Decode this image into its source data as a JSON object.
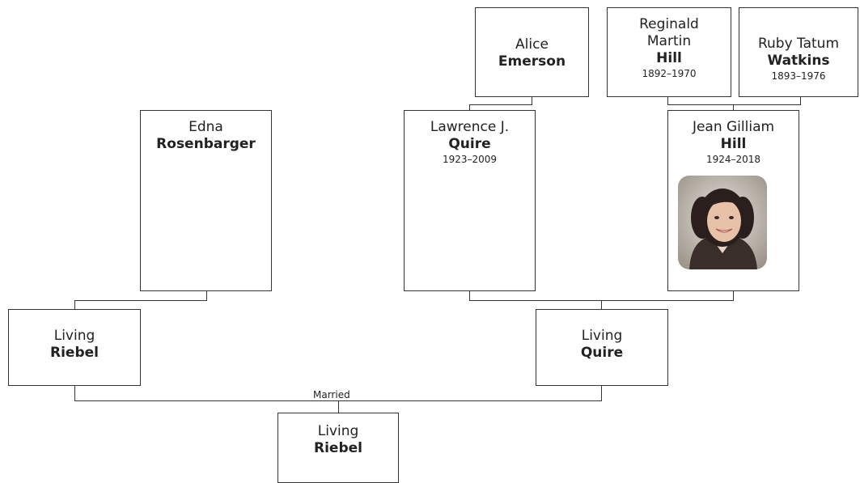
{
  "people": {
    "alice_emerson": {
      "given": "Alice",
      "surname": "Emerson"
    },
    "reginald_hill": {
      "given_line1": "Reginald",
      "given_line2": "Martin",
      "surname": "Hill",
      "dates": "1892–1970"
    },
    "ruby_watkins": {
      "given": "Ruby Tatum",
      "surname": "Watkins",
      "dates": "1893–1976"
    },
    "edna_rosenbarger": {
      "given": "Edna",
      "surname": "Rosenbarger"
    },
    "lawrence_quire": {
      "given": "Lawrence J.",
      "surname": "Quire",
      "dates": "1923–2009"
    },
    "jean_hill": {
      "given": "Jean Gilliam",
      "surname": "Hill",
      "dates": "1924–2018",
      "photo": "portrait-photo"
    },
    "living_riebel_parent": {
      "given": "Living",
      "surname": "Riebel"
    },
    "living_quire": {
      "given": "Living",
      "surname": "Quire"
    },
    "living_riebel_child": {
      "given": "Living",
      "surname": "Riebel"
    }
  },
  "relationship_label": "Married",
  "colors": {
    "line": "#333333",
    "box_border": "#333333",
    "background": "#ffffff"
  }
}
